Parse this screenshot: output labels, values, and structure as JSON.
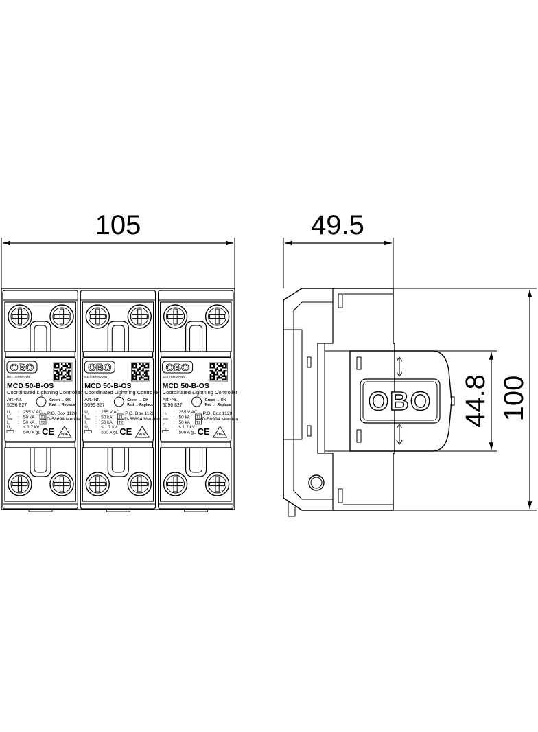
{
  "dimensions": {
    "front_width": "105",
    "side_depth": "49.5",
    "side_height": "100",
    "label_height": "44.8"
  },
  "brand": {
    "logo": "OBO",
    "maker": "BETTERMANN"
  },
  "module": {
    "model": "MCD 50-B-OS",
    "description": "Coordinated Lightning Controller",
    "art_nr_label": "Art.-Nr.",
    "art_nr": "5096 827",
    "status_green": "Green → OK",
    "status_red": "Red → Replace",
    "specs": [
      {
        "sym": "U",
        "sub": "c",
        "value": "255 V AC"
      },
      {
        "sym": "I",
        "sub": "imp",
        "value": "50 kA"
      },
      {
        "sym": "I",
        "sub": "n",
        "value": "50 kA"
      },
      {
        "sym": "U",
        "sub": "p",
        "value": "≤ 1.7 kV"
      },
      {
        "sym": "",
        "sub": "",
        "value": "500 A gL"
      }
    ],
    "type1": "T1",
    "type2": "T2",
    "address1": "P.O. Box 1120",
    "address2": "D-58694 Menden",
    "ce": "CE",
    "vde": "VDE"
  },
  "colors": {
    "line": "#000000",
    "background": "#ffffff",
    "panel": "#ffffff"
  }
}
